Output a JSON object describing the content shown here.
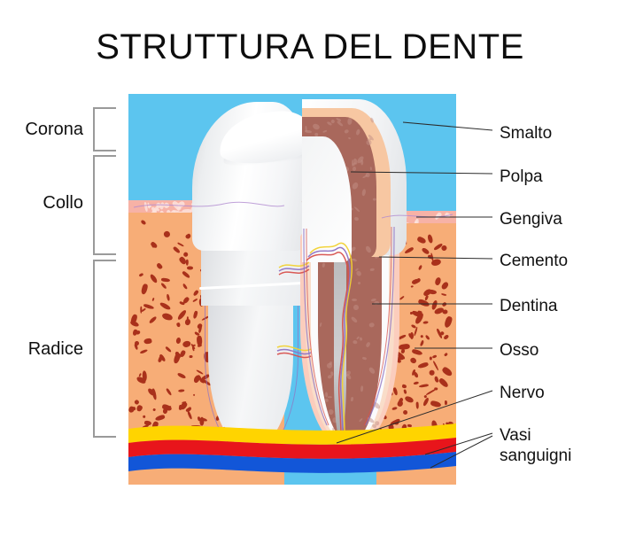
{
  "title": "STRUTTURA DEL DENTE",
  "left_labels": [
    {
      "id": "corona",
      "label": "Corona"
    },
    {
      "id": "collo",
      "label": "Collo"
    },
    {
      "id": "radice",
      "label": "Radice"
    }
  ],
  "right_labels": [
    {
      "id": "smalto",
      "label": "Smalto"
    },
    {
      "id": "polpa",
      "label": "Polpa"
    },
    {
      "id": "gengiva",
      "label": "Gengiva"
    },
    {
      "id": "cemento",
      "label": "Cemento"
    },
    {
      "id": "dentina",
      "label": "Dentina"
    },
    {
      "id": "osso",
      "label": "Osso"
    },
    {
      "id": "nervo",
      "label": "Nervo"
    },
    {
      "id": "vasi_1",
      "label": "Vasi"
    },
    {
      "id": "vasi_2",
      "label": "sanguigni"
    }
  ],
  "colors": {
    "background_sky": "#5cc5ef",
    "bone": "#f7ad77",
    "bone_speckle": "#a9311b",
    "gum": "#f7b2a6",
    "dentin": "#a9685c",
    "cementum": "#f7c7a2",
    "enamel": "#ffffff",
    "pulp": "#f7f8f9",
    "nerve_yellow": "#ffd400",
    "artery_red": "#e8151b",
    "vein_blue": "#1256d8",
    "bracket_gray": "#9a9a9a",
    "leader_line": "#2b2b2b",
    "text": "#111111"
  }
}
